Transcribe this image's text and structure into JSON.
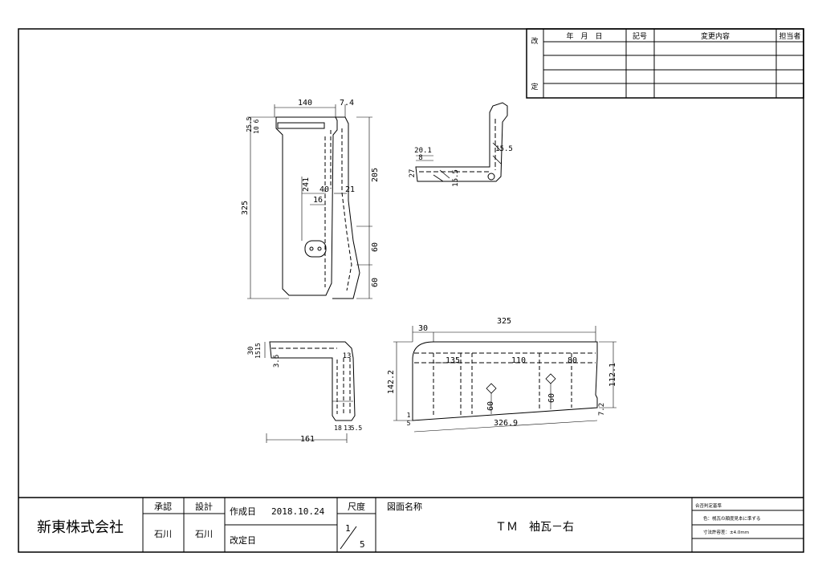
{
  "revision_table": {
    "side_label_top": "改",
    "side_label_bottom": "定",
    "col_date": "年　月　日",
    "col_mark": "記号",
    "col_content": "変更内容",
    "col_person": "担当者"
  },
  "title_block": {
    "company": "新東株式会社",
    "approve_label": "承認",
    "approve_name": "石川",
    "design_label": "設計",
    "design_name": "石川",
    "created_label": "作成日",
    "created_date": "2018.10.24",
    "revised_label": "改定日",
    "scale_label": "尺度",
    "scale_num": "1",
    "scale_den": "5",
    "drawing_name_label": "図面名称",
    "drawing_name": "ＴＭ　袖瓦－右",
    "criteria_title": "合否判定基準",
    "criteria_color": "色：桟瓦の顔度見本に準ずる",
    "criteria_tolerance": "寸法許容差：±4.0mm"
  },
  "dimensions": {
    "d140": "140",
    "d7_4": "7.4",
    "d25_5": "25.5",
    "d6": "6",
    "d10": "10",
    "d325_v": "325",
    "d241": "241",
    "d40": "40",
    "d16": "16",
    "d21": "21",
    "d205": "205",
    "d60_a": "60",
    "d60_b": "60",
    "d20_1": "20.1",
    "d8": "8",
    "d27": "27",
    "d15_5_a": "15.5",
    "d15_5_b": "15.5",
    "d30_v": "30",
    "d15_a": "15",
    "d15_b": "15",
    "d3_6": "3.6",
    "d13": "13",
    "d18": "18",
    "d13b": "13",
    "d5_5": "5.5",
    "d161": "161",
    "d30_h": "30",
    "d325_h": "325",
    "d135": "135",
    "d110": "110",
    "d80": "80",
    "d142_2": "142.2",
    "d112_1": "112.1",
    "d60_c": "60",
    "d60_d": "60",
    "d1": "1",
    "d5": "5",
    "d7_2": "7.2",
    "d326_9": "326.9"
  }
}
